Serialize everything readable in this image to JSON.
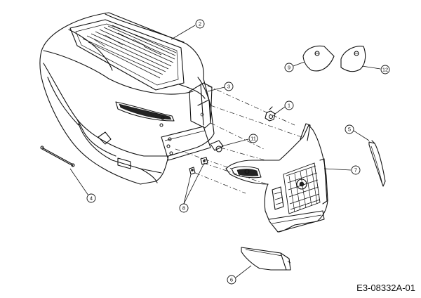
{
  "reference_code": "E3-08332A-01",
  "callouts": [
    {
      "number": "1"
    },
    {
      "number": "2"
    },
    {
      "number": "3"
    },
    {
      "number": "4"
    },
    {
      "number": "5"
    },
    {
      "number": "6"
    },
    {
      "number": "7"
    },
    {
      "number": "8"
    },
    {
      "number": "9"
    },
    {
      "number": "11"
    },
    {
      "number": "12"
    }
  ]
}
